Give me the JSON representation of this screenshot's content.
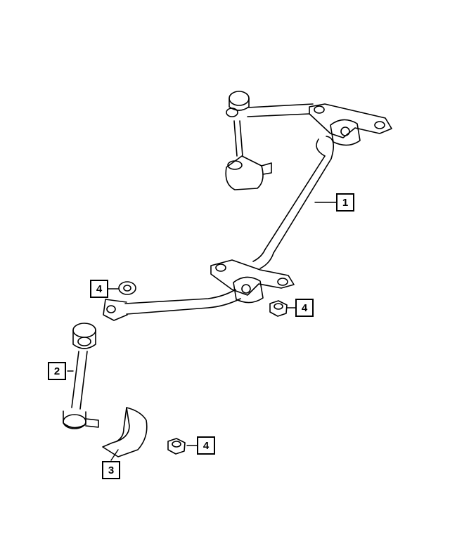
{
  "diagram": {
    "callouts": [
      {
        "id": "c1",
        "label": "1"
      },
      {
        "id": "c2",
        "label": "2"
      },
      {
        "id": "c3",
        "label": "3"
      },
      {
        "id": "c4a",
        "label": "4"
      },
      {
        "id": "c4b",
        "label": "4"
      },
      {
        "id": "c4c",
        "label": "4"
      }
    ]
  }
}
